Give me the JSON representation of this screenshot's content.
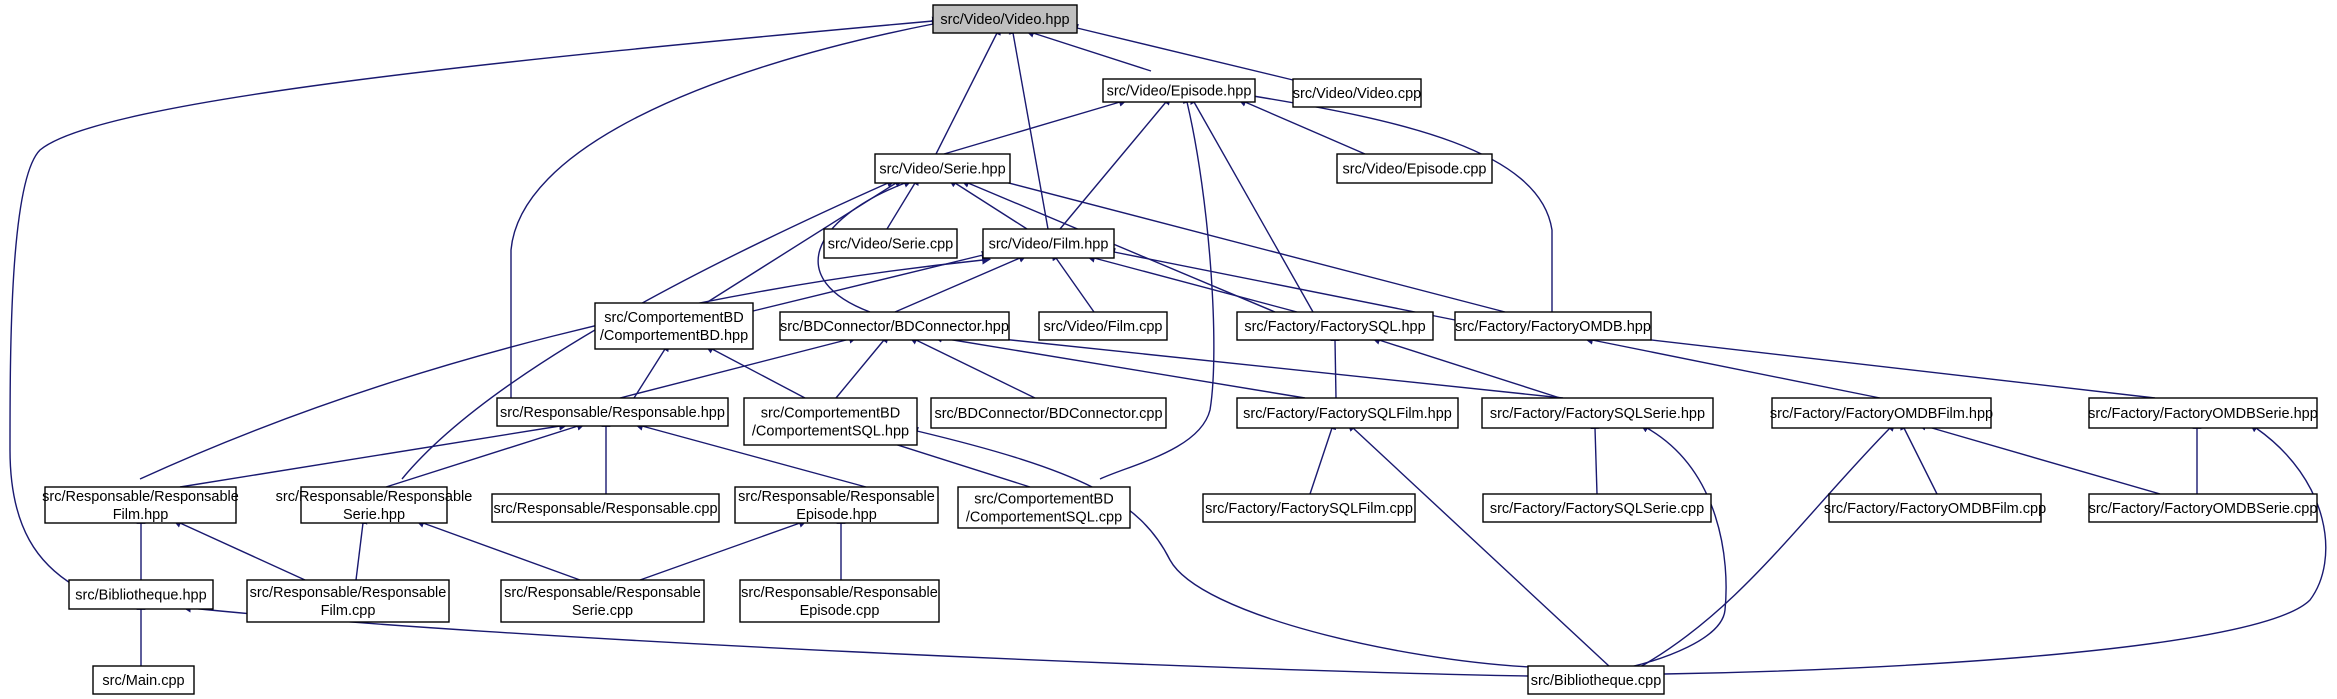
{
  "colors": {
    "edge": "#191970",
    "node_border": "#000000",
    "root_fill": "#bfbfbf",
    "node_fill": "#ffffff"
  },
  "nodes": {
    "video_hpp": [
      "src/Video/Video.hpp"
    ],
    "episode_hpp": [
      "src/Video/Episode.hpp"
    ],
    "video_cpp": [
      "src/Video/Video.cpp"
    ],
    "serie_hpp": [
      "src/Video/Serie.hpp"
    ],
    "episode_cpp": [
      "src/Video/Episode.cpp"
    ],
    "serie_cpp": [
      "src/Video/Serie.cpp"
    ],
    "film_hpp": [
      "src/Video/Film.hpp"
    ],
    "compbd_hpp": [
      "src/ComportementBD",
      "/ComportementBD.hpp"
    ],
    "bdconn_hpp": [
      "src/BDConnector/BDConnector.hpp"
    ],
    "film_cpp": [
      "src/Video/Film.cpp"
    ],
    "fsql_hpp": [
      "src/Factory/FactorySQL.hpp"
    ],
    "fomdb_hpp": [
      "src/Factory/FactoryOMDB.hpp"
    ],
    "resp_hpp": [
      "src/Responsable/Responsable.hpp"
    ],
    "compsql_hpp": [
      "src/ComportementBD",
      "/ComportementSQL.hpp"
    ],
    "bdconn_cpp": [
      "src/BDConnector/BDConnector.cpp"
    ],
    "fsqlfilm_hpp": [
      "src/Factory/FactorySQLFilm.hpp"
    ],
    "fsqlserie_hpp": [
      "src/Factory/FactorySQLSerie.hpp"
    ],
    "fomdbfilm_hpp": [
      "src/Factory/FactoryOMDBFilm.hpp"
    ],
    "fomdbserie_hpp": [
      "src/Factory/FactoryOMDBSerie.hpp"
    ],
    "respfilm_hpp": [
      "src/Responsable/Responsable",
      "Film.hpp"
    ],
    "respserie_hpp": [
      "src/Responsable/Responsable",
      "Serie.hpp"
    ],
    "resp_cpp": [
      "src/Responsable/Responsable.cpp"
    ],
    "respep_hpp": [
      "src/Responsable/Responsable",
      "Episode.hpp"
    ],
    "compsql_cpp": [
      "src/ComportementBD",
      "/ComportementSQL.cpp"
    ],
    "fsqlfilm_cpp": [
      "src/Factory/FactorySQLFilm.cpp"
    ],
    "fsqlserie_cpp": [
      "src/Factory/FactorySQLSerie.cpp"
    ],
    "fomdbfilm_cpp": [
      "src/Factory/FactoryOMDBFilm.cpp"
    ],
    "fomdbserie_cpp": [
      "src/Factory/FactoryOMDBSerie.cpp"
    ],
    "biblio_hpp": [
      "src/Bibliotheque.hpp"
    ],
    "respfilm_cpp": [
      "src/Responsable/Responsable",
      "Film.cpp"
    ],
    "respserie_cpp": [
      "src/Responsable/Responsable",
      "Serie.cpp"
    ],
    "respep_cpp": [
      "src/Responsable/Responsable",
      "Episode.cpp"
    ],
    "main_cpp": [
      "src/Main.cpp"
    ],
    "biblio_cpp": [
      "src/Bibliotheque.cpp"
    ]
  }
}
